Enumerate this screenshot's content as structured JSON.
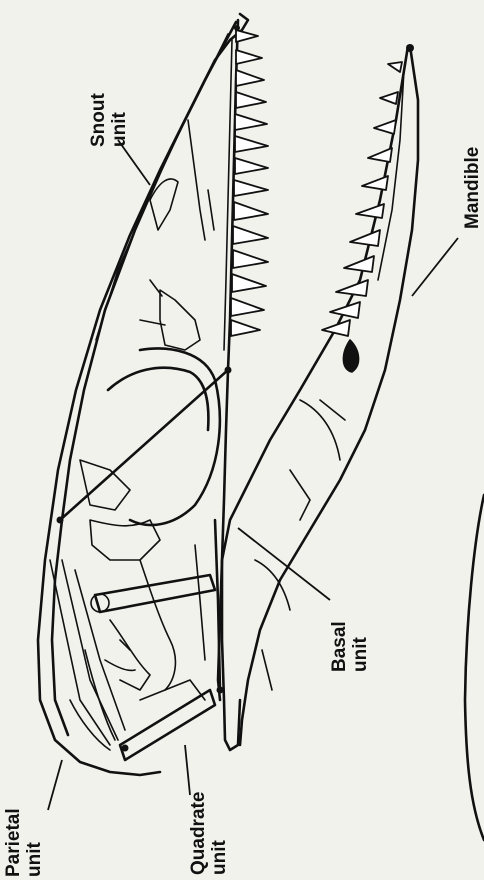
{
  "labels": {
    "snout": {
      "line1": "Snout",
      "line2": "unit"
    },
    "mandible": {
      "line1": "Mandible"
    },
    "basal": {
      "line1": "Basal",
      "line2": "unit"
    },
    "parietal": {
      "line1": "Parietal",
      "line2": "unit"
    },
    "quadrate": {
      "line1": "Quadrate",
      "line2": "unit"
    }
  },
  "colors": {
    "background": "#f2f2ed",
    "ink": "#111111"
  }
}
